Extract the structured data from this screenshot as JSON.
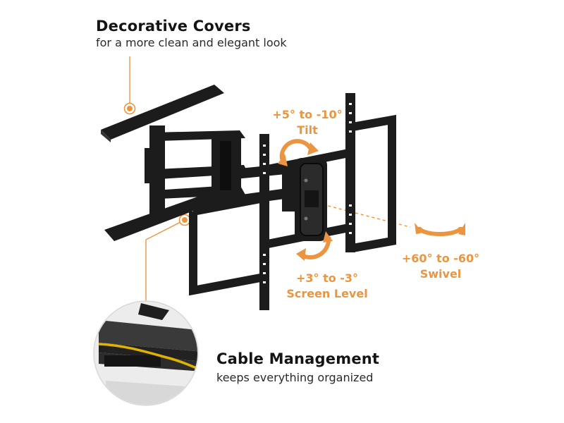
{
  "callouts": {
    "decorative": {
      "title": "Decorative Covers",
      "subtitle": "for a more clean and elegant look"
    },
    "cable": {
      "title": "Cable Management",
      "subtitle": "keeps everything organized"
    }
  },
  "specs": {
    "tilt": {
      "range": "+5° to -10°",
      "label": "Tilt"
    },
    "level": {
      "range": "+3° to -3°",
      "label": "Screen Level"
    },
    "swivel": {
      "range": "+60° to -60°",
      "label": "Swivel"
    }
  },
  "colors": {
    "accent": "#ec9540",
    "metal": "#1c1c1c",
    "text": "#141414"
  }
}
